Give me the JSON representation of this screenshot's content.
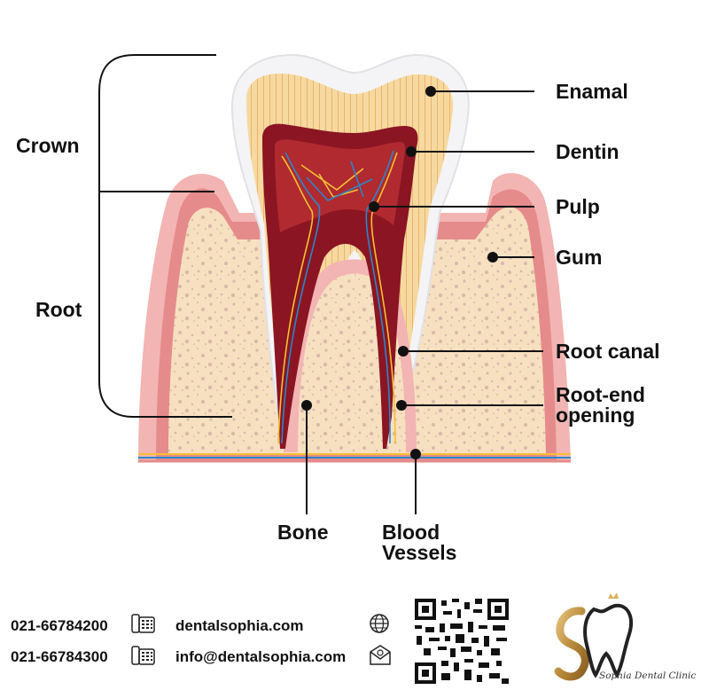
{
  "labels": {
    "crown": "Crown",
    "root": "Root",
    "enamal": "Enamal",
    "dentin": "Dentin",
    "pulp": "Pulp",
    "gum": "Gum",
    "root_canal": "Root canal",
    "root_end_line1": "Root-end",
    "root_end_line2": "opening",
    "bone": "Bone",
    "blood_line1": "Blood",
    "blood_line2": "Vessels"
  },
  "footer": {
    "phone1": "021-66784200",
    "phone2": "021-66784300",
    "website": "dentalsophia.com",
    "email": "info@dentalsophia.com",
    "brand": "Sophia Dental Clinic"
  },
  "colors": {
    "gum": "#f2b5b3",
    "gum_dark": "#e58b8b",
    "bone": "#f7e0c0",
    "bone_dots": "#d9b9aa",
    "enamel": "#f4f4f6",
    "dentin": "#f6d9a0",
    "pulp": "#8b1522",
    "pulp_inner": "#b02a30",
    "nerve": "#f5c033",
    "vessel": "#2c86c9",
    "logo_gold": "#c69a4a"
  },
  "icons": [
    "phone-icon",
    "phone-icon",
    "globe-icon",
    "mail-icon",
    "qr-code",
    "tooth-logo-icon"
  ]
}
